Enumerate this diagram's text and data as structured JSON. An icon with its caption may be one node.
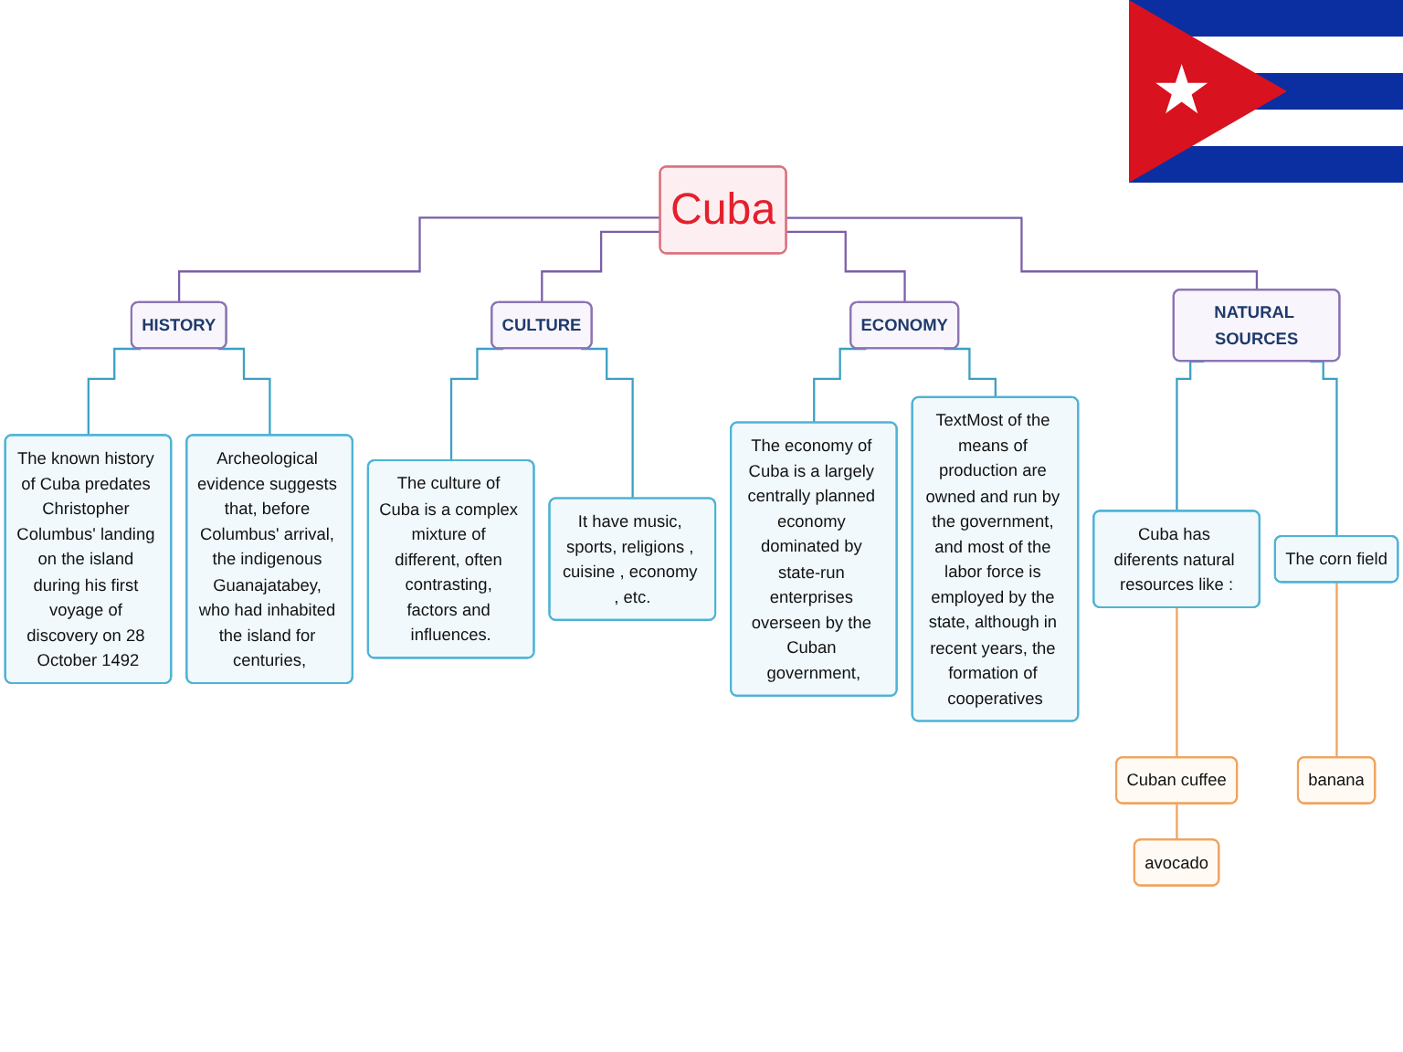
{
  "diagram": {
    "nodes": [
      {
        "text": [
          "Cuba"
        ]
      },
      {
        "text": [
          "HISTORY"
        ]
      },
      {
        "text": [
          "CULTURE"
        ]
      },
      {
        "text": [
          "ECONOMY"
        ]
      },
      {
        "text": [
          "NATURAL SOURCES"
        ]
      },
      {
        "text": [
          "The known history of Cuba predates Christopher Columbus' landing on the island during his first voyage of discovery on 28 October 1492"
        ]
      },
      {
        "text": [
          "Archeological evidence suggests that, before Columbus' arrival, the indigenous Guanajatabey, who had inhabited the island for centuries,"
        ]
      },
      {
        "text": [
          "The culture of Cuba is a complex mixture of different, often contrasting, factors and influences."
        ]
      },
      {
        "text": [
          "It have music, sports, religions , cuisine , economy , etc."
        ]
      },
      {
        "text": [
          "The economy of Cuba is a largely centrally planned economy dominated by state-run enterprises overseen by the Cuban government,"
        ]
      },
      {
        "text": [
          "TextMost of the means of production are owned and run by the government, and most of the labor force is employed by the state, although in recent years, the formation of cooperatives"
        ]
      },
      {
        "text": [
          "Cuba has diferents natural resources like :"
        ]
      },
      {
        "text": [
          "The corn field"
        ]
      },
      {
        "text": [
          "Cuban cuffee"
        ]
      },
      {
        "text": [
          "banana"
        ]
      },
      {
        "text": [
          "avocado"
        ]
      }
    ],
    "edges": [
      {
        "from": 0,
        "to": 1,
        "arrow": "none",
        "color": "#7b5ea7"
      },
      {
        "from": 0,
        "to": 2,
        "arrow": "none",
        "color": "#7b5ea7"
      },
      {
        "from": 0,
        "to": 3,
        "arrow": "none",
        "color": "#7b5ea7"
      },
      {
        "from": 0,
        "to": 4,
        "arrow": "none",
        "color": "#7b5ea7"
      },
      {
        "from": 1,
        "to": 5,
        "arrow": "none"
      },
      {
        "from": 1,
        "to": 6,
        "arrow": "none"
      },
      {
        "from": 2,
        "to": 7,
        "arrow": "none"
      },
      {
        "from": 2,
        "to": 8,
        "arrow": "none"
      },
      {
        "from": 3,
        "to": 9,
        "arrow": "none"
      },
      {
        "from": 3,
        "to": 10,
        "arrow": "none"
      },
      {
        "from": 4,
        "to": 11,
        "arrow": "none"
      },
      {
        "from": 4,
        "to": 12,
        "arrow": "none"
      },
      {
        "from": 11,
        "to": 13,
        "arrow": "none",
        "color": "#f0a35e"
      },
      {
        "from": 12,
        "to": 14,
        "arrow": "none",
        "color": "#f0a35e"
      },
      {
        "from": 13,
        "to": 15,
        "arrow": "none",
        "color": "#f0a35e"
      }
    ]
  }
}
